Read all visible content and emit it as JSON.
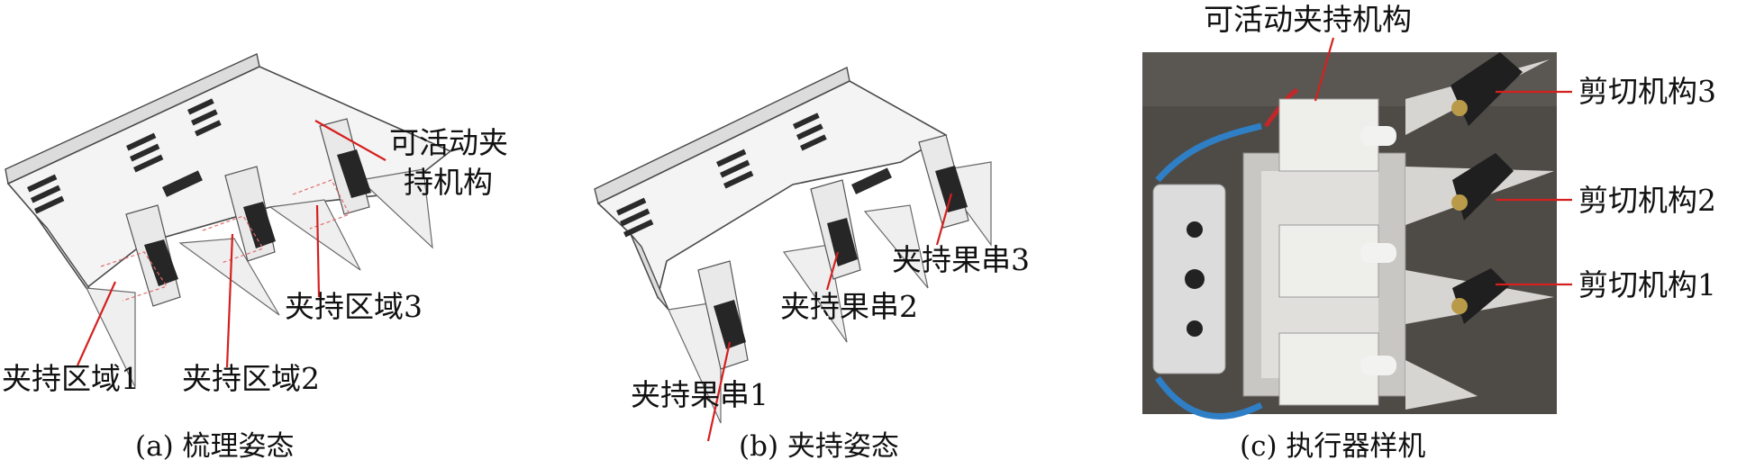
{
  "panels": [
    {
      "caption": "(a) 梳理姿态",
      "labels": {
        "movable_mech_line1": "可活动夹",
        "movable_mech_line2": "持机构",
        "zone1": "夹持区域1",
        "zone2": "夹持区域2",
        "zone3": "夹持区域3"
      }
    },
    {
      "caption": "(b) 夹持姿态",
      "labels": {
        "bunch1": "夹持果串1",
        "bunch2": "夹持果串2",
        "bunch3": "夹持果串3"
      }
    },
    {
      "caption": "(c) 执行器样机",
      "labels": {
        "movable_mech": "可活动夹持机构",
        "cutter3": "剪切机构3",
        "cutter2": "剪切机构2",
        "cutter1": "剪切机构1"
      }
    }
  ],
  "colors": {
    "leader": "#d4201f",
    "photo_background": "#4e4b47",
    "hose_blue": "#2f7fc6",
    "hose_red": "#c0282a"
  }
}
